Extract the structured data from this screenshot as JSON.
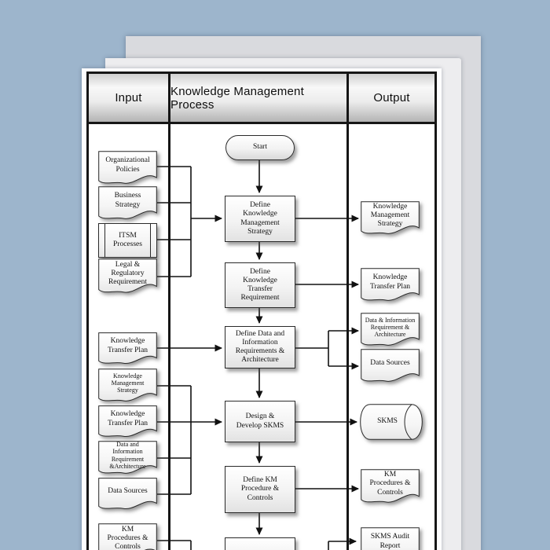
{
  "colors": {
    "background": "#9db5cc",
    "line": "#111111",
    "table_border": "#161616"
  },
  "header": {
    "input": "Input",
    "process": "Knowledge Management Process",
    "output": "Output"
  },
  "inputs": [
    {
      "label": "Organizational\nPolicies",
      "shape": "document"
    },
    {
      "label": "Business\nStrategy",
      "shape": "document"
    },
    {
      "label": "ITSM\nProcesses",
      "shape": "predefined-process"
    },
    {
      "label": "Legal &\nRegulatory\nRequirement",
      "shape": "document"
    },
    {
      "label": "Knowledge\nTransfer Plan",
      "shape": "document"
    },
    {
      "label": "Knowledge\nManagement\nStrategy",
      "shape": "document"
    },
    {
      "label": "Knowledge\nTransfer Plan",
      "shape": "document"
    },
    {
      "label": "Data and\nInformation\nRequirement\n&Architecture",
      "shape": "document"
    },
    {
      "label": "Data Sources",
      "shape": "document"
    },
    {
      "label": "KM\nProcedures &\nControls",
      "shape": "document"
    }
  ],
  "processes": [
    {
      "label": "Start",
      "shape": "terminator"
    },
    {
      "label": "Define\nKnowledge\nManagement\nStrategy",
      "shape": "process"
    },
    {
      "label": "Define\nKnowledge\nTransfer\nRequirement",
      "shape": "process"
    },
    {
      "label": "Define Data and\nInformation\nRequirements &\nArchitecture",
      "shape": "process"
    },
    {
      "label": "Design &\nDevelop SKMS",
      "shape": "process"
    },
    {
      "label": "Define KM\nProcedure &\nControls",
      "shape": "process"
    },
    {
      "label": "",
      "shape": "process"
    }
  ],
  "outputs": [
    {
      "label": "Knowledge\nManagement\nStrategy",
      "shape": "document"
    },
    {
      "label": "Knowledge\nTransfer Plan",
      "shape": "document"
    },
    {
      "label": "Data & Information\nRequirement &\nArchitecture",
      "shape": "document"
    },
    {
      "label": "Data Sources",
      "shape": "document"
    },
    {
      "label": "SKMS",
      "shape": "cylinder"
    },
    {
      "label": "KM\nProcedures &\nControls",
      "shape": "document"
    },
    {
      "label": "SKMS Audit\nReport",
      "shape": "document"
    }
  ]
}
